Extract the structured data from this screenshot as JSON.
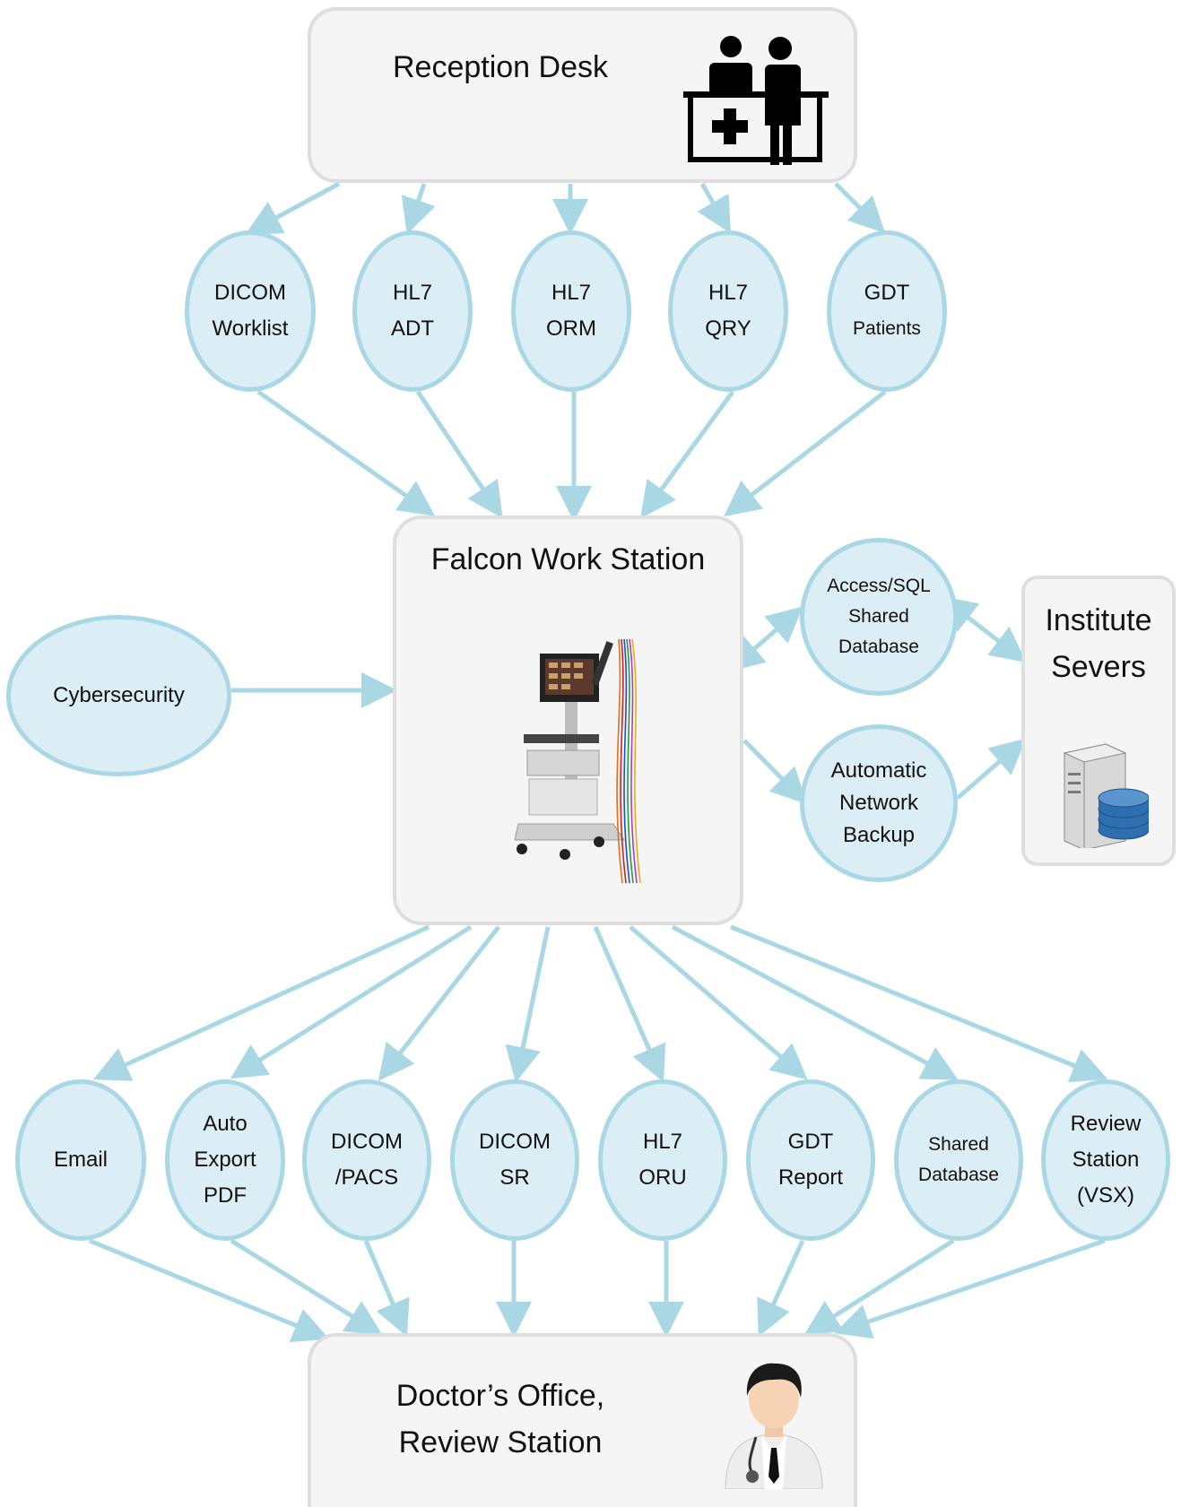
{
  "reception": {
    "title": "Reception Desk",
    "icon": "reception-desk-icon"
  },
  "inputs": [
    {
      "line1": "DICOM",
      "line2": "Worklist"
    },
    {
      "line1": "HL7",
      "line2": "ADT"
    },
    {
      "line1": "HL7",
      "line2": "ORM"
    },
    {
      "line1": "HL7",
      "line2": "QRY"
    },
    {
      "line1": "GDT",
      "line2": "Patients"
    }
  ],
  "workstation": {
    "title": "Falcon Work Station",
    "icon": "ecg-cart-icon"
  },
  "cybersecurity": {
    "label": "Cybersecurity"
  },
  "database": {
    "line1": "Access/SQL",
    "line2": "Shared",
    "line3": "Database"
  },
  "backup": {
    "line1": "Automatic",
    "line2": "Network",
    "line3": "Backup"
  },
  "institute": {
    "line1": "Institute",
    "line2": "Severs",
    "icon": "server-database-icon"
  },
  "outputs": [
    {
      "line1": "Email"
    },
    {
      "line1": "Auto",
      "line2": "Export",
      "line3": "PDF"
    },
    {
      "line1": "DICOM",
      "line2": "/PACS"
    },
    {
      "line1": "DICOM",
      "line2": "SR"
    },
    {
      "line1": "HL7",
      "line2": "ORU"
    },
    {
      "line1": "GDT",
      "line2": "Report"
    },
    {
      "line1": "Shared",
      "line2": "Database"
    },
    {
      "line1": "Review",
      "line2": "Station",
      "line3": "(VSX)"
    }
  ],
  "doctor": {
    "line1": "Doctor’s Office,",
    "line2": "Review Station",
    "icon": "doctor-icon"
  },
  "colors": {
    "arrow": "#a9d8e4",
    "node_fill": "#dbeef5",
    "box_fill": "#f5f5f5",
    "box_border": "#dedede"
  }
}
